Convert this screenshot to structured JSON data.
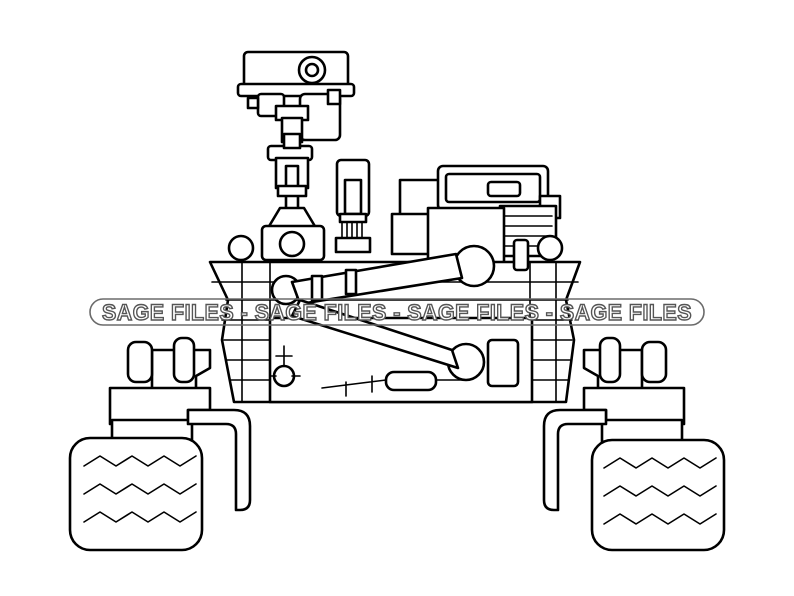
{
  "illustration": {
    "subject": "rover",
    "style": "black-outline",
    "background_color": "#ffffff",
    "line_color": "#000000"
  },
  "watermark": {
    "text": "SAGE FILES - SAGE FILES - SAGE FILES - SAGE FILES",
    "text_color": "#ffffff",
    "outline_color": "#555555"
  }
}
